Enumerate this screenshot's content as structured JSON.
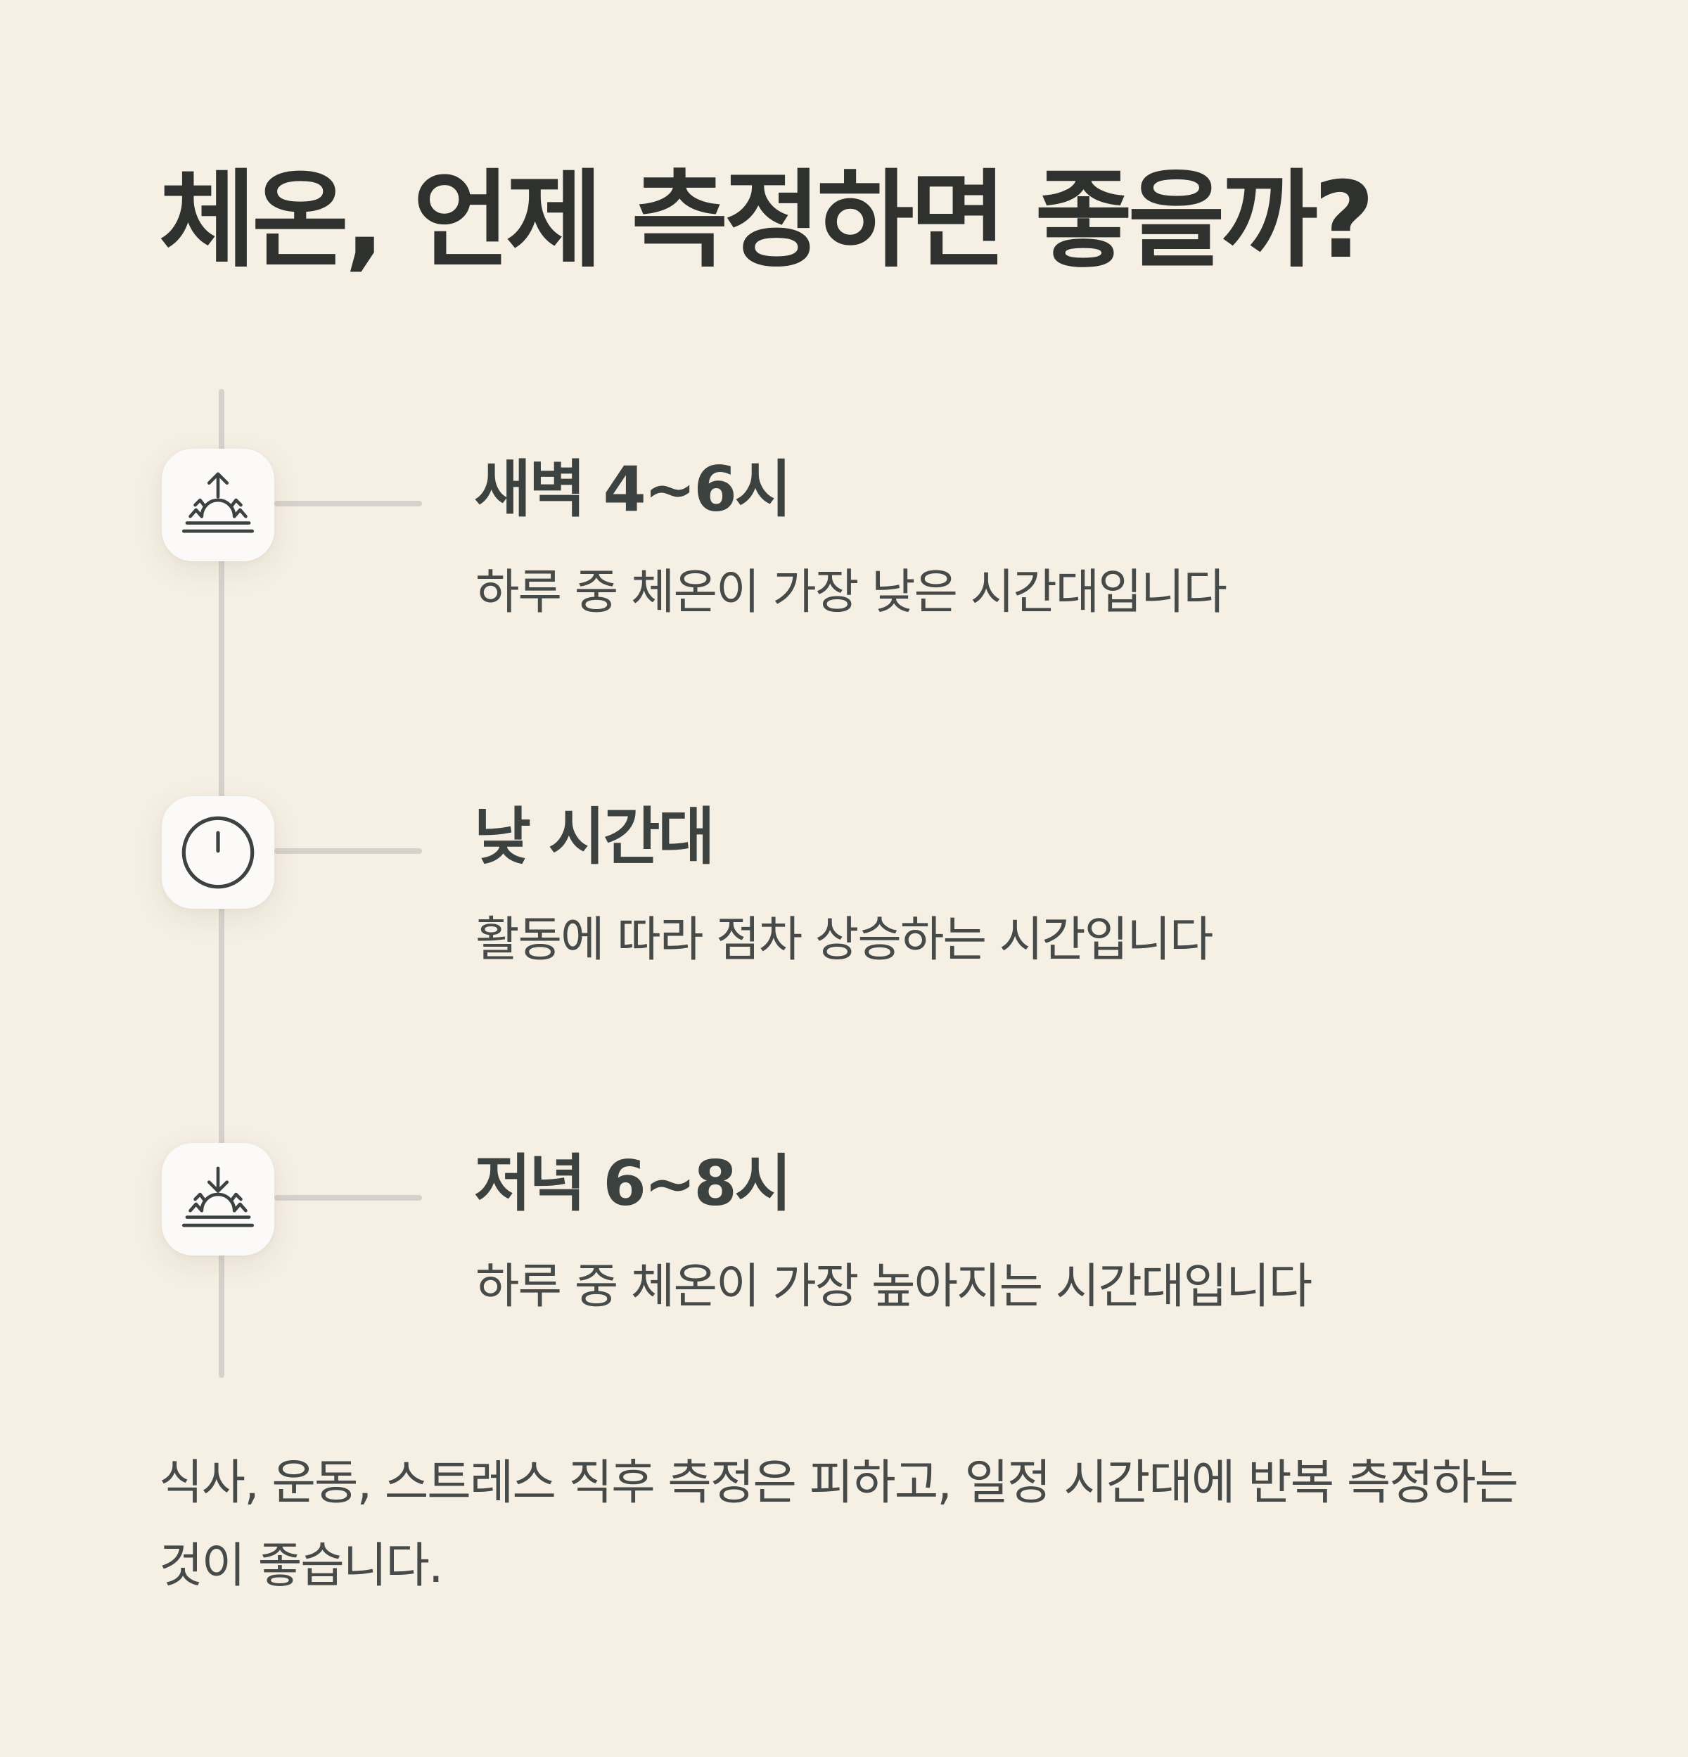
{
  "title": "체온, 언제 측정하면 좋을까?",
  "timeline": [
    {
      "icon": "sunrise-icon",
      "title": "새벽 4~6시",
      "description": "하루 중 체온이 가장 낮은 시간대입니다"
    },
    {
      "icon": "clock-icon",
      "title": "낮 시간대",
      "description": "활동에 따라 점차 상승하는 시간입니다"
    },
    {
      "icon": "sunset-icon",
      "title": "저녁 6~8시",
      "description": "하루 중 체온이 가장 높아지는 시간대입니다"
    }
  ],
  "footer": "식사, 운동, 스트레스 직후 측정은 피하고, 일정 시간대에 반복 측정하는 것이 좋습니다.",
  "colors": {
    "background": "#f5efe4",
    "title_text": "#2f312f",
    "item_title_text": "#3b423f",
    "body_text": "#464a48",
    "timeline_line": "#d6d2cb",
    "icon_tile": "#fbfaf8",
    "icon_stroke": "#3b423f"
  }
}
